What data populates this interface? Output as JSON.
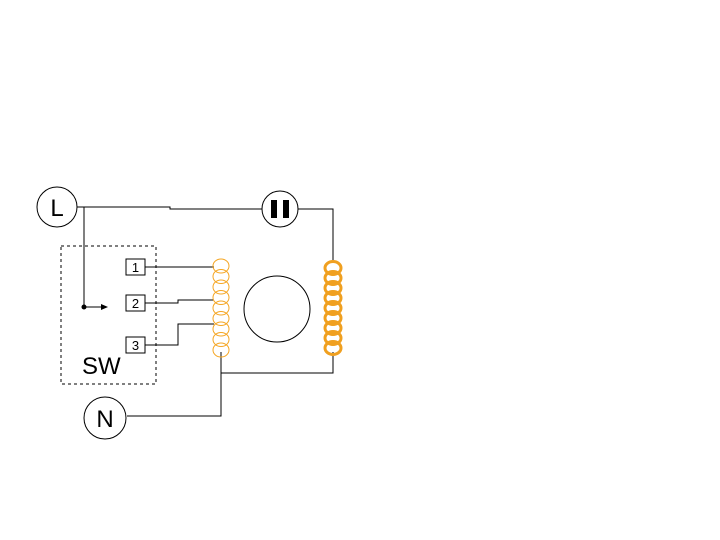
{
  "terminals": {
    "line": "L",
    "neutral": "N"
  },
  "switch": {
    "label": "SW",
    "positions": [
      "1",
      "2",
      "3"
    ]
  },
  "colors": {
    "wire": "#000000",
    "run_winding": "#F5A623",
    "start_winding": "#F0A020",
    "switch_border": "#000000"
  },
  "icons": {
    "capacitor": "capacitor-icon",
    "rotor": "rotor-circle"
  }
}
